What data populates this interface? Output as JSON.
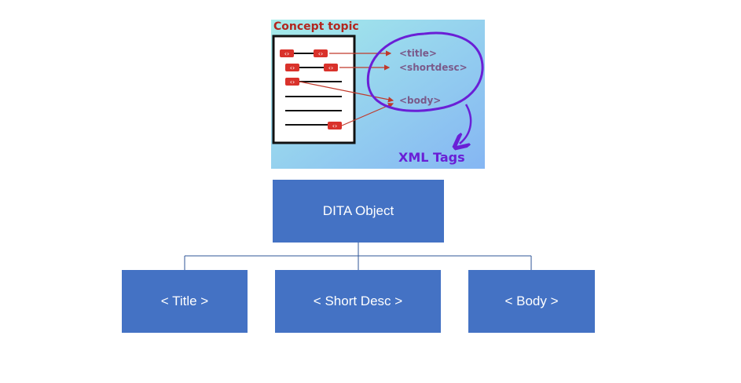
{
  "illustration": {
    "heading": "Concept topic",
    "tag_title": "<title>",
    "tag_shortdesc": "<shortdesc>",
    "tag_body": "<body>",
    "caption": "XML Tags",
    "colors": {
      "background_start": "#9fe6e8",
      "background_end": "#86b8f2",
      "heading": "#b3261e",
      "tag_text": "#7a5a8a",
      "circle": "#6a1fd6",
      "caption": "#6a1fd6",
      "tag_icon": "#d9322b",
      "arrow": "#c0392b"
    },
    "icons": [
      "document-icon",
      "xml-tag-icon",
      "arrow-icon"
    ]
  },
  "diagram": {
    "root": {
      "label": "DITA Object"
    },
    "children": [
      {
        "label": "< Title >"
      },
      {
        "label": "< Short Desc >"
      },
      {
        "label": "< Body >"
      }
    ],
    "colors": {
      "box_fill": "#4472c4",
      "box_text": "#ffffff",
      "connector": "#2f5597"
    }
  }
}
